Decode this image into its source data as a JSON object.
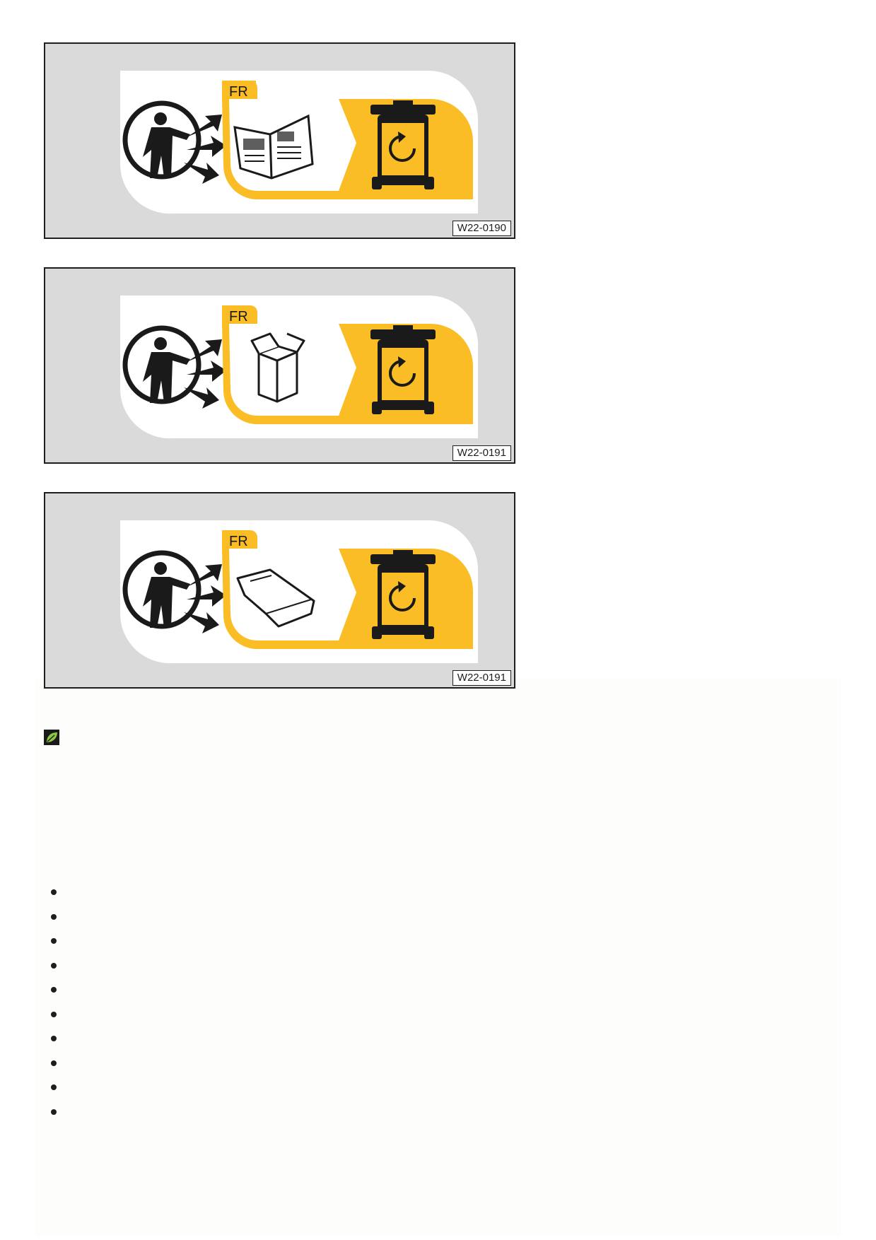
{
  "figures": [
    {
      "country_code": "FR",
      "item": "printed-paper-booklet",
      "bin": "recycling-bin-icon",
      "id": "W22-0190"
    },
    {
      "country_code": "FR",
      "item": "cardboard-box",
      "bin": "recycling-bin-icon",
      "id": "W22-0191"
    },
    {
      "country_code": "FR",
      "item": "plastic-film-bag",
      "bin": "recycling-bin-icon",
      "id": "W22-0191"
    }
  ],
  "colors": {
    "accent": "#fbbd26",
    "figure_bg": "#dadada",
    "leaf": "#8dc63f"
  },
  "note_icon": "eco-leaf-icon",
  "bullet_count": 10
}
